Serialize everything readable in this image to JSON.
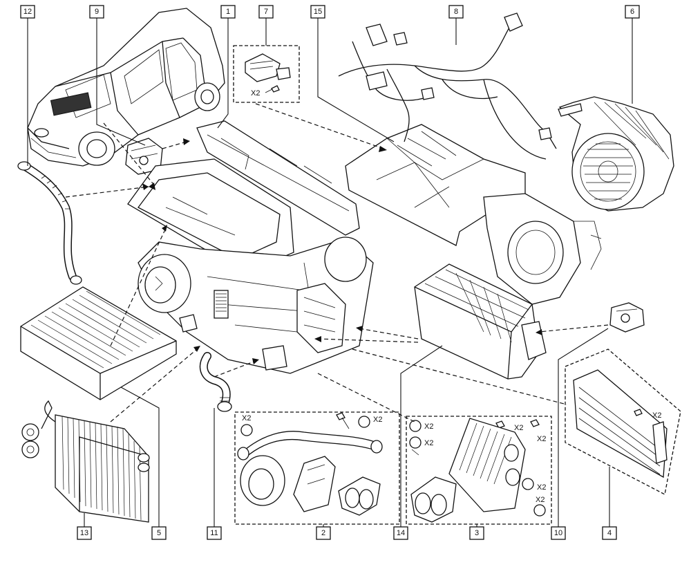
{
  "callouts": {
    "c1": "1",
    "c2": "2",
    "c3": "3",
    "c4": "4",
    "c5": "5",
    "c6": "6",
    "c7": "7",
    "c8": "8",
    "c9": "9",
    "c10": "10",
    "c11": "11",
    "c12": "12",
    "c13": "13",
    "c14": "14",
    "c15": "15"
  },
  "quantities": {
    "kit7_screw": "X2",
    "kit2_oring": "X2",
    "kit2_screw": "X2",
    "kit3_oring_a": "X2",
    "kit3_oring_b": "X2",
    "kit3_screw_a": "X2",
    "kit3_screw_b": "X2",
    "kit3_oring_c": "X2",
    "kit3_oring_d": "X2",
    "kit4_screw": "X2"
  }
}
